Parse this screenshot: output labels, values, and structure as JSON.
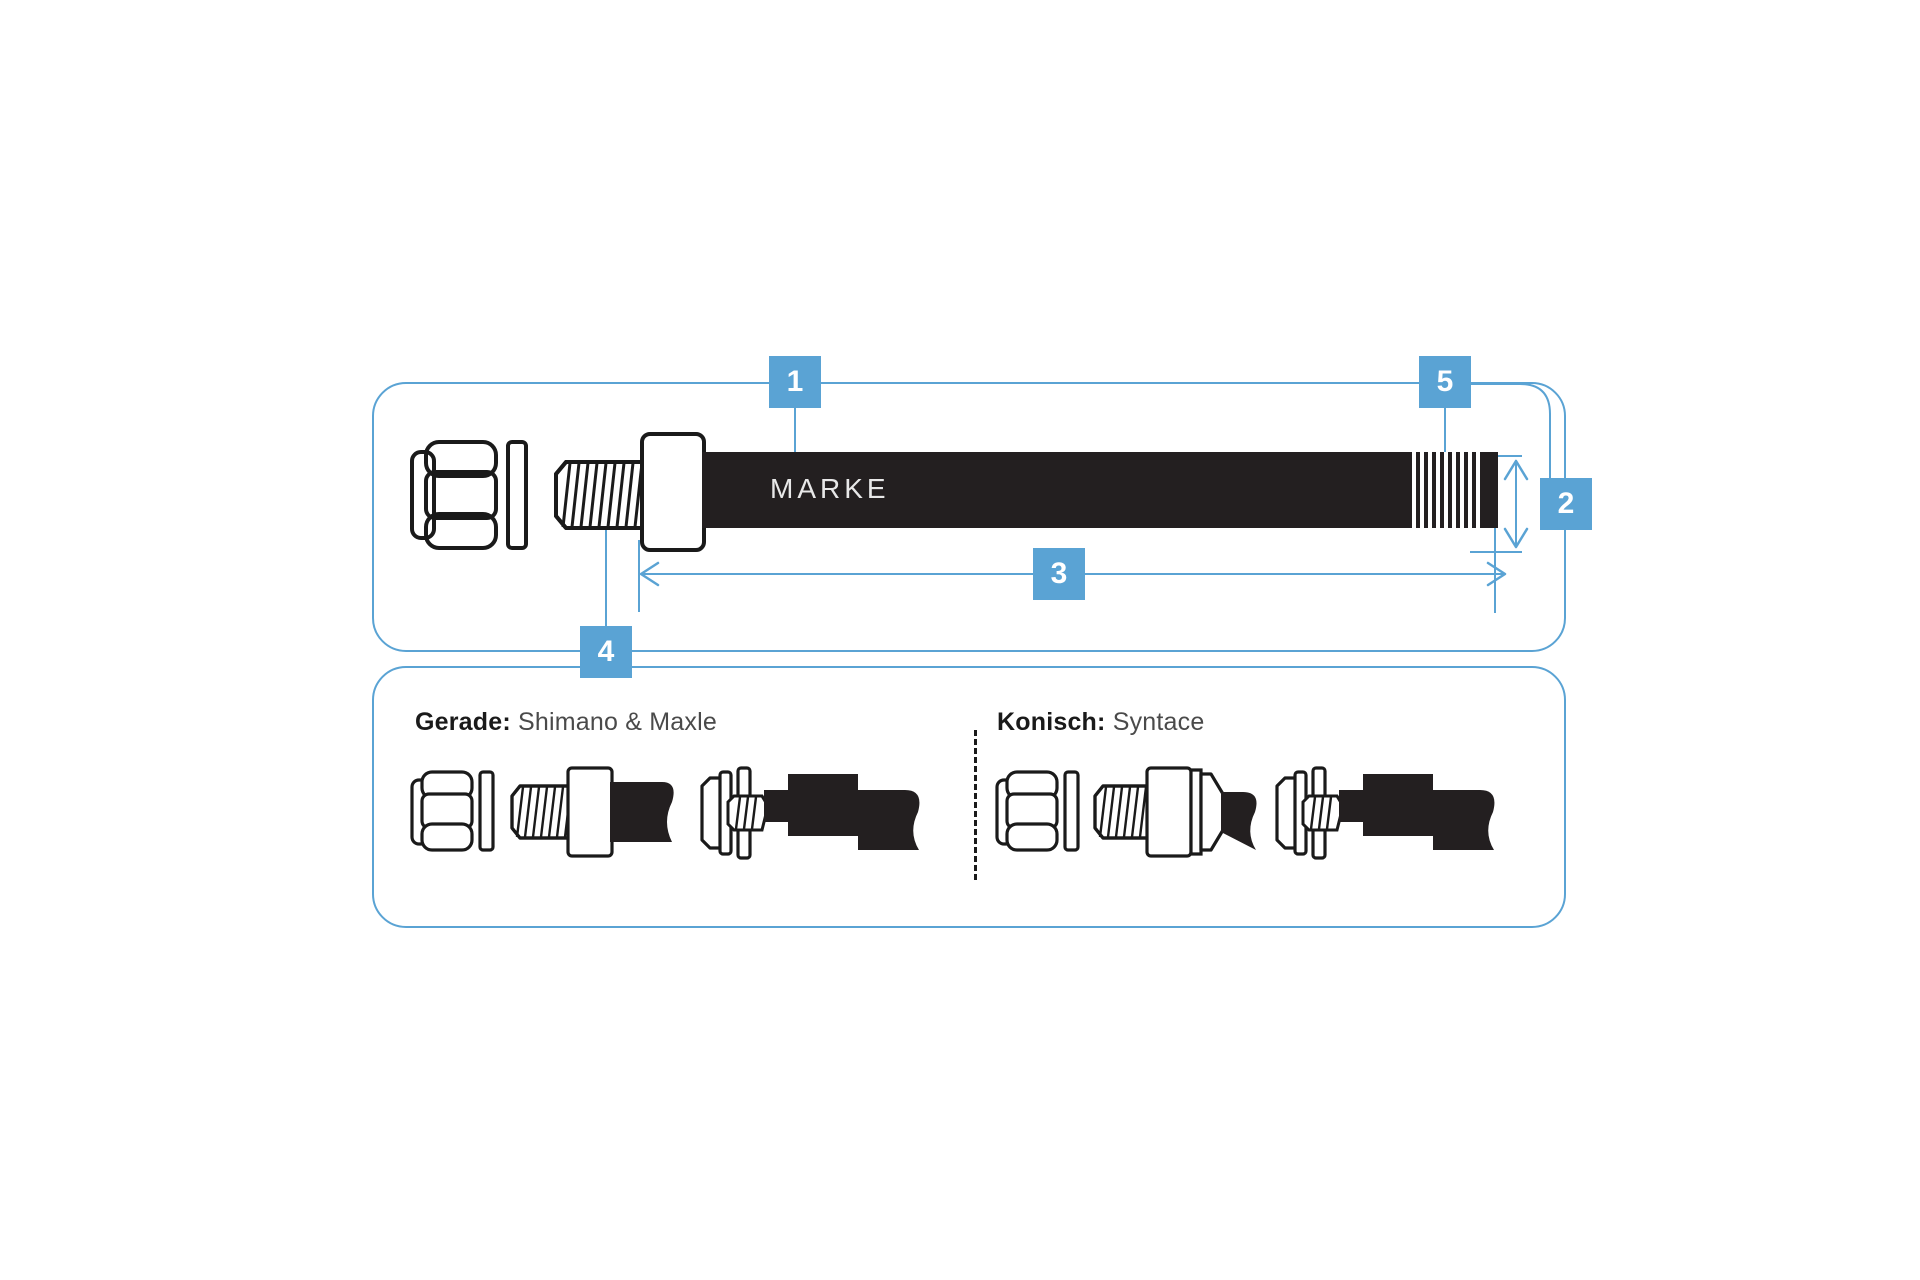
{
  "diagram": {
    "title_text": "MARKE",
    "accent_color": "#5aa3d4",
    "shaft_color": "#231f20",
    "outline_color": "#1a1a1a"
  },
  "callouts": [
    {
      "id": "1",
      "label": "1",
      "name": "callout-badge-1"
    },
    {
      "id": "2",
      "label": "2",
      "name": "callout-badge-2"
    },
    {
      "id": "3",
      "label": "3",
      "name": "callout-badge-3"
    },
    {
      "id": "4",
      "label": "4",
      "name": "callout-badge-4"
    },
    {
      "id": "5",
      "label": "5",
      "name": "callout-badge-5"
    }
  ],
  "legend": {
    "left": {
      "term": "Gerade:",
      "value": " Shimano & Maxle"
    },
    "right": {
      "term": "Konisch:",
      "value": " Syntace"
    }
  },
  "icons": {
    "straight_side": "straight-axle-side-view-icon",
    "straight_end": "straight-axle-end-view-icon",
    "conical_side": "conical-axle-side-view-icon",
    "conical_end": "conical-axle-end-view-icon"
  }
}
